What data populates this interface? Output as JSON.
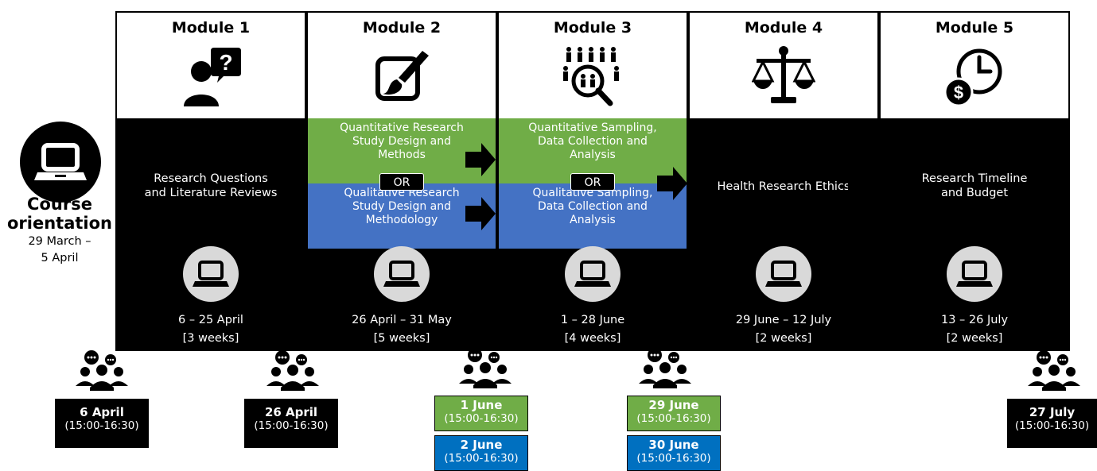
{
  "orientation": {
    "title_line1": "Course",
    "title_line2": "orientation",
    "dates_line1": "29 March –",
    "dates_line2": "5 April",
    "icon": "laptop-icon"
  },
  "modules": [
    {
      "title": "Module 1",
      "icon": "question-person-icon",
      "topic_line1": "Research Questions",
      "topic_line2": "and Literature Reviews",
      "dates": "6 – 25 April",
      "duration": "[3 weeks]"
    },
    {
      "title": "Module 2",
      "icon": "design-brush-icon",
      "alt_a": {
        "line1": "Quantitative Research",
        "line2": "Study Design and",
        "line3": "Methods"
      },
      "or_label": "OR",
      "alt_b": {
        "line1": "Qualitative Research",
        "line2": "Study Design and",
        "line3": "Methodology"
      },
      "dates": "26 April – 31 May",
      "duration": "[5 weeks]"
    },
    {
      "title": "Module 3",
      "icon": "population-search-icon",
      "alt_a": {
        "line1": "Quantitative Sampling,",
        "line2": "Data Collection and",
        "line3": "Analysis"
      },
      "or_label": "OR",
      "alt_b": {
        "line1": "Qualitative Sampling,",
        "line2": "Data Collection and",
        "line3": "Analysis"
      },
      "dates": "1 – 28 June",
      "duration": "[4 weeks]"
    },
    {
      "title": "Module 4",
      "icon": "scales-icon",
      "topic_line1": "Health Research Ethics",
      "dates": "29 June – 12 July",
      "duration": "[2 weeks]"
    },
    {
      "title": "Module 5",
      "icon": "clock-money-icon",
      "topic_line1": "Research Timeline",
      "topic_line2": "and Budget",
      "dates": "13 – 26 July",
      "duration": "[2 weeks]"
    }
  ],
  "sessions": [
    {
      "date": "6 April",
      "time": "(15:00-16:30)"
    },
    {
      "date": "26 April",
      "time": "(15:00-16:30)"
    },
    {
      "date": "1 June",
      "time": "(15:00-16:30)",
      "alt_date": "2 June",
      "alt_time": "(15:00-16:30)"
    },
    {
      "date": "29 June",
      "time": "(15:00-16:30)",
      "alt_date": "30 June",
      "alt_time": "(15:00-16:30)"
    },
    {
      "date": "27 July",
      "time": "(15:00-16:30)"
    }
  ],
  "colors": {
    "quantitative": "#70ad47",
    "qualitative": "#4472c4",
    "qualitative_session": "#0070c0",
    "module_body": "#000000",
    "laptop_circle": "#d9d9d9"
  }
}
